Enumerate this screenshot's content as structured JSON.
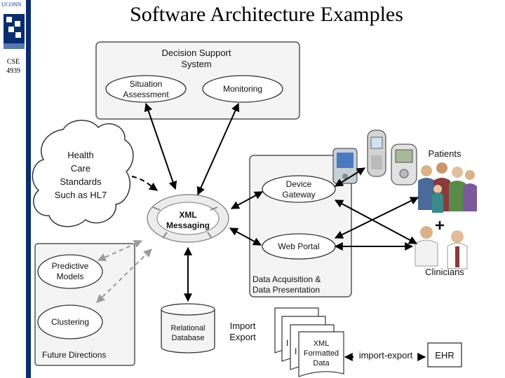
{
  "title": "Software Architecture Examples",
  "sidebar": {
    "university": "UCONN",
    "course_code": "CSE",
    "course_number": "4939"
  },
  "decision_support": {
    "title_1": "Decision Support",
    "title_2": "System",
    "situation_1": "Situation",
    "situation_2": "Assessment",
    "monitoring": "Monitoring"
  },
  "health_cloud": {
    "l1": "Health",
    "l2": "Care",
    "l3": "Standards",
    "l4": "Such as HL7"
  },
  "xml_messaging": {
    "l1": "XML",
    "l2": "Messaging"
  },
  "data_acq": {
    "device_1": "Device",
    "device_2": "Gateway",
    "web_portal": "Web Portal",
    "label_1": "Data Acquisition &",
    "label_2": "Data Presentation"
  },
  "future": {
    "predictive_1": "Predictive",
    "predictive_2": "Models",
    "clustering": "Clustering",
    "label": "Future Directions"
  },
  "database": {
    "l1": "Relational",
    "l2": "Database"
  },
  "import_export": {
    "l1": "Import",
    "l2": "Export"
  },
  "xml_docs": {
    "l1": "XML",
    "l2": "Formatted",
    "l3": "Data",
    "behind_1": "I",
    "behind_2": "I"
  },
  "import_export_link": "import-export",
  "ehr": "EHR",
  "patients": "Patients",
  "plus": "+",
  "clinicians": "Clinicians",
  "colors": {
    "navy": "#0a2d6e",
    "box_fill": "#f4f4f4",
    "frame": "#555555",
    "grey_arrow": "#9a9a9a"
  }
}
